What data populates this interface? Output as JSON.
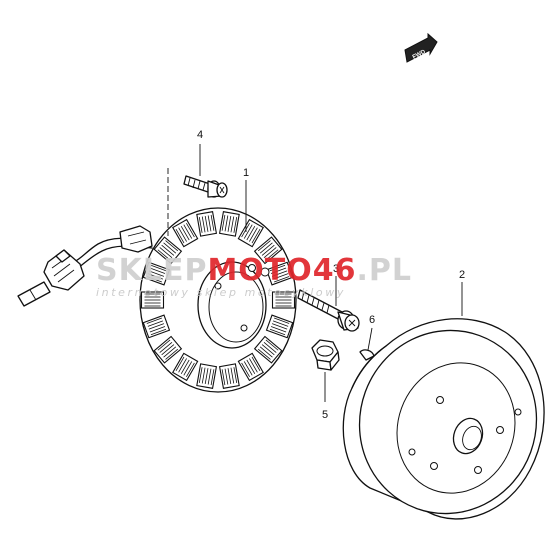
{
  "fwd_label": "FWD",
  "watermark": {
    "brand_left": "SKLEP",
    "brand_mid": "MOTO",
    "brand_right": "46",
    "brand_tld": ".PL",
    "tagline": "internetowy sklep motocyklowy",
    "colors": {
      "gray": "#cfcfcf",
      "red": "#e0262b"
    }
  },
  "callouts": [
    {
      "id": "stator",
      "number": "1"
    },
    {
      "id": "rotor",
      "number": "2"
    },
    {
      "id": "stator-bolt",
      "number": "3"
    },
    {
      "id": "cover-screw",
      "number": "4"
    },
    {
      "id": "rotor-nut",
      "number": "5"
    },
    {
      "id": "key",
      "number": "6"
    }
  ]
}
